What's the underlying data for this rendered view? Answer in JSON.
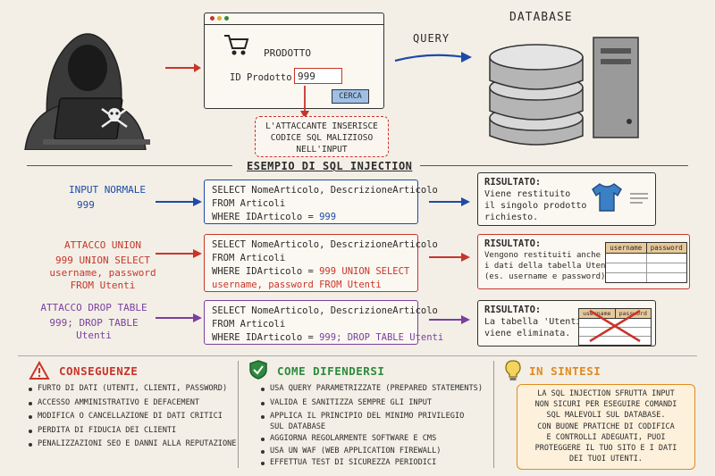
{
  "top": {
    "database_title": "DATABASE",
    "query_label": "QUERY",
    "form": {
      "title": "PRODOTTO",
      "id_label": "ID Prodotto:",
      "id_value": "999",
      "search_button": "CERCA"
    },
    "attacker_note": "L'ATTACCANTE INSERISCE\nCODICE SQL MALIZIOSO\nNELL'INPUT"
  },
  "section_title": "ESEMPIO DI SQL INJECTION",
  "rows": [
    {
      "label_title": "INPUT NORMALE",
      "label_sub": "999",
      "sql_1": "SELECT NomeArticolo, DescrizioneArticolo",
      "sql_2": "FROM Articoli",
      "sql_3a": "WHERE IDArticolo = ",
      "sql_3b": "999",
      "result_title": "RISULTATO:",
      "result_text": "Viene restituito\nil singolo prodotto\nrichiesto."
    },
    {
      "label_title": "ATTACCO UNION",
      "label_sub": "999 UNION SELECT\nusername, password\nFROM Utenti",
      "sql_1": "SELECT NomeArticolo, DescrizioneArticolo",
      "sql_2": "FROM Articoli",
      "sql_3a": "WHERE IDArticolo = ",
      "sql_3b": "999 UNION SELECT",
      "sql_4a": "username, password ",
      "sql_4b": "FROM Utenti",
      "result_title": "RISULTATO:",
      "result_text": "Vengono restituiti anche\ni dati della tabella Utenti\n(es. username e password).",
      "table_headers": [
        "username",
        "password"
      ]
    },
    {
      "label_title": "ATTACCO DROP TABLE",
      "label_sub": "999; DROP TABLE\nUtenti",
      "sql_1": "SELECT NomeArticolo, DescrizioneArticolo",
      "sql_2": "FROM Articoli",
      "sql_3a": "WHERE IDArticolo = ",
      "sql_3b": "999; DROP TABLE Utenti",
      "result_title": "RISULTATO:",
      "result_text": "La tabella 'Utenti'\nviene eliminata.",
      "table_headers": [
        "username",
        "password"
      ]
    }
  ],
  "consequences": {
    "title": "CONSEGUENZE",
    "items": [
      "FURTO DI DATI (UTENTI, CLIENTI, PASSWORD)",
      "ACCESSO AMMINISTRATIVO E DEFACEMENT",
      "MODIFICA O CANCELLAZIONE DI DATI CRITICI",
      "PERDITA DI FIDUCIA DEI CLIENTI",
      "PENALIZZAZIONI SEO E DANNI ALLA REPUTAZIONE"
    ]
  },
  "defend": {
    "title": "COME DIFENDERSI",
    "items": [
      "USA QUERY PARAMETRIZZATE (PREPARED STATEMENTS)",
      "VALIDA E SANITIZZA SEMPRE GLI INPUT",
      "APPLICA IL PRINCIPIO DEL MINIMO PRIVILEGIO\nSUL DATABASE",
      "AGGIORNA REGOLARMENTE SOFTWARE E CMS",
      "USA UN WAF (WEB APPLICATION FIREWALL)",
      "EFFETTUA TEST DI SICUREZZA PERIODICI"
    ]
  },
  "summary": {
    "title": "IN SINTESI",
    "text": "LA SQL INJECTION SFRUTTA INPUT\nNON SICURI PER ESEGUIRE COMANDI\nSQL MALEVOLI SUL DATABASE.\nCON BUONE PRATICHE DI CODIFICA\nE CONTROLLI ADEGUATI, PUOI\nPROTEGGERE IL TUO SITO E I DATI\nDEI TUOI UTENTI."
  },
  "colors": {
    "red": "#c8352b",
    "blue": "#1e4aa8",
    "purple": "#7a3fa0",
    "green": "#2e8b3d",
    "orange": "#e08a1e"
  }
}
